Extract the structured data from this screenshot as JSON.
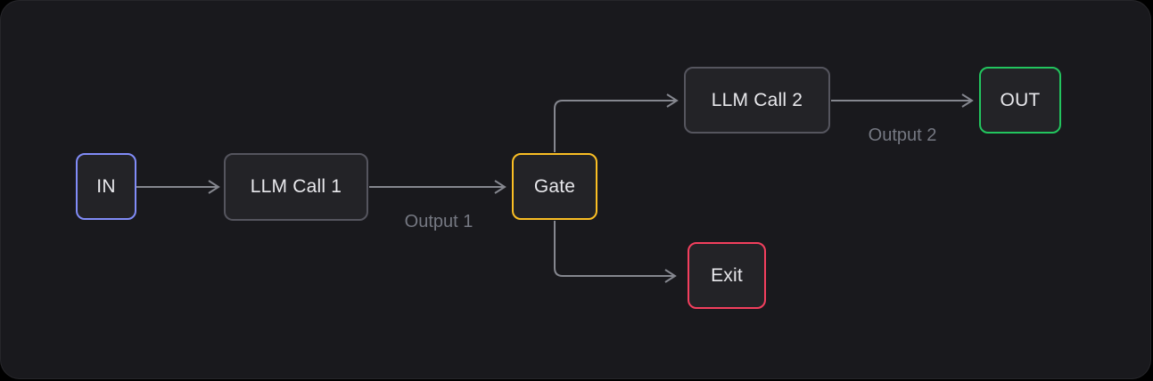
{
  "diagram": {
    "type": "flowchart",
    "theme": {
      "canvas_background": "#19191d",
      "node_background": "#232327",
      "node_text_color": "#e8e8ec",
      "edge_color": "#85878f",
      "edge_label_color": "#757882",
      "default_node_border": "#55555e",
      "in_node_border": "#818cf8",
      "gate_node_border": "#fbbf24",
      "out_node_border": "#22c55e",
      "exit_node_border": "#f43f5e"
    },
    "nodes": [
      {
        "id": "in",
        "label": "IN",
        "border_color": "#818cf8"
      },
      {
        "id": "llm1",
        "label": "LLM Call 1",
        "border_color": "#55555e"
      },
      {
        "id": "gate",
        "label": "Gate",
        "border_color": "#fbbf24"
      },
      {
        "id": "llm2",
        "label": "LLM Call 2",
        "border_color": "#55555e"
      },
      {
        "id": "out",
        "label": "OUT",
        "border_color": "#22c55e"
      },
      {
        "id": "exit",
        "label": "Exit",
        "border_color": "#f43f5e"
      }
    ],
    "edges": [
      {
        "from": "in",
        "to": "llm1",
        "label": ""
      },
      {
        "from": "llm1",
        "to": "gate",
        "label": "Output 1"
      },
      {
        "from": "gate",
        "to": "llm2",
        "label": ""
      },
      {
        "from": "llm2",
        "to": "out",
        "label": "Output 2"
      },
      {
        "from": "gate",
        "to": "exit",
        "label": ""
      }
    ]
  }
}
